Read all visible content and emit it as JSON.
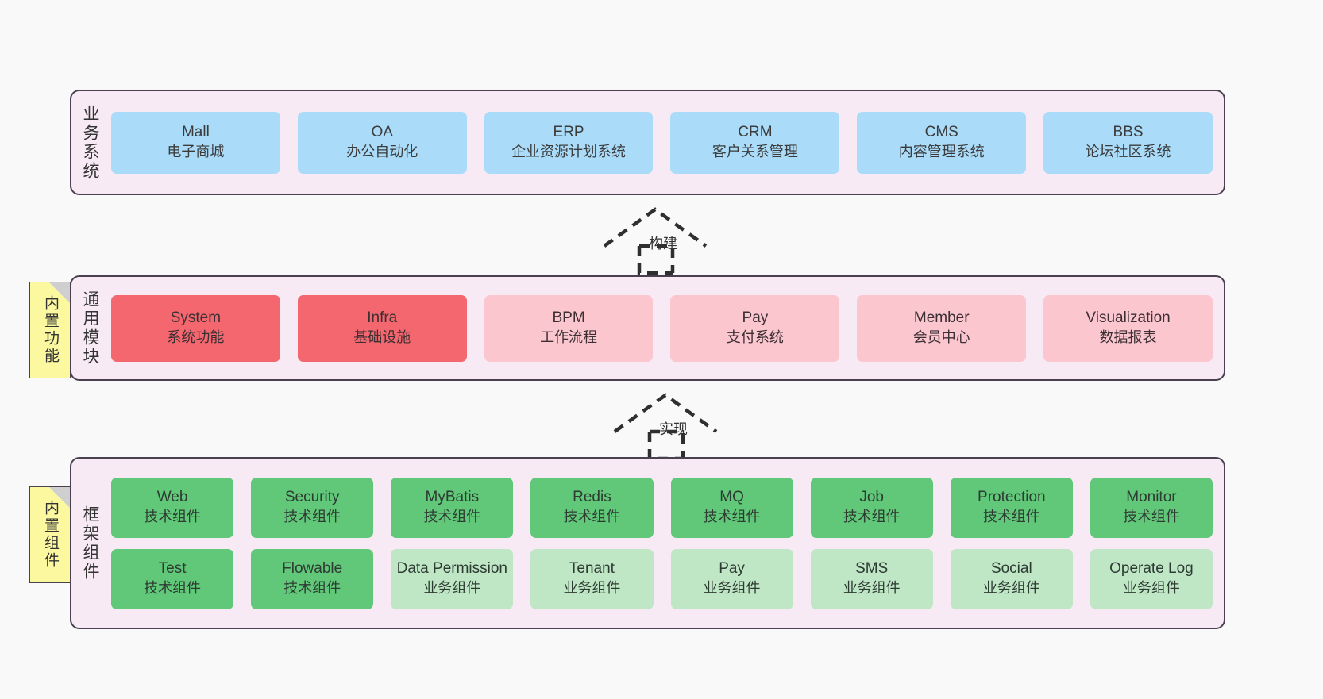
{
  "diagram": {
    "background": "#f9f9f9",
    "panel_fill": "#f7eaf4",
    "panel_stroke": "#4a4050",
    "note_fill": "#fbf8a0"
  },
  "layers": [
    {
      "id": "business-system",
      "title": "业务系统",
      "rows": [
        {
          "style": "biz-card",
          "cards": [
            {
              "t1": "Mall",
              "t2": "电子商城"
            },
            {
              "t1": "OA",
              "t2": "办公自动化"
            },
            {
              "t1": "ERP",
              "t2": "企业资源计划系统"
            },
            {
              "t1": "CRM",
              "t2": "客户关系管理"
            },
            {
              "t1": "CMS",
              "t2": "内容管理系统"
            },
            {
              "t1": "BBS",
              "t2": "论坛社区系统"
            }
          ]
        }
      ]
    },
    {
      "id": "common-module",
      "title": "通用模块",
      "note": "内置功能",
      "rows": [
        {
          "cards": [
            {
              "t1": "System",
              "t2": "系统功能",
              "style": "mod-strong",
              "color": "#f4676e"
            },
            {
              "t1": "Infra",
              "t2": "基础设施",
              "style": "mod-strong",
              "color": "#f4676e"
            },
            {
              "t1": "BPM",
              "t2": "工作流程",
              "style": "mod-light",
              "color": "#fcc6cf"
            },
            {
              "t1": "Pay",
              "t2": "支付系统",
              "style": "mod-light",
              "color": "#fcc6cf"
            },
            {
              "t1": "Member",
              "t2": "会员中心",
              "style": "mod-light",
              "color": "#fcc6cf"
            },
            {
              "t1": "Visualization",
              "t2": "数据报表",
              "style": "mod-light",
              "color": "#fcc6cf"
            }
          ]
        }
      ]
    },
    {
      "id": "framework-component",
      "title": "框架组件",
      "note": "内置组件",
      "rows": [
        {
          "cards": [
            {
              "t1": "Web",
              "t2": "技术组件",
              "style": "fw-dark",
              "color": "#60c878"
            },
            {
              "t1": "Security",
              "t2": "技术组件",
              "style": "fw-dark",
              "color": "#60c878"
            },
            {
              "t1": "MyBatis",
              "t2": "技术组件",
              "style": "fw-dark",
              "color": "#60c878"
            },
            {
              "t1": "Redis",
              "t2": "技术组件",
              "style": "fw-dark",
              "color": "#60c878"
            },
            {
              "t1": "MQ",
              "t2": "技术组件",
              "style": "fw-dark",
              "color": "#60c878"
            },
            {
              "t1": "Job",
              "t2": "技术组件",
              "style": "fw-dark",
              "color": "#60c878"
            },
            {
              "t1": "Protection",
              "t2": "技术组件",
              "style": "fw-dark",
              "color": "#60c878"
            },
            {
              "t1": "Monitor",
              "t2": "技术组件",
              "style": "fw-dark",
              "color": "#60c878"
            }
          ]
        },
        {
          "cards": [
            {
              "t1": "Test",
              "t2": "技术组件",
              "style": "fw-dark",
              "color": "#60c878"
            },
            {
              "t1": "Flowable",
              "t2": "技术组件",
              "style": "fw-dark",
              "color": "#60c878"
            },
            {
              "t1": "Data Permission",
              "t2": "业务组件",
              "style": "fw-light",
              "color": "#bfe7c6"
            },
            {
              "t1": "Tenant",
              "t2": "业务组件",
              "style": "fw-light",
              "color": "#bfe7c6"
            },
            {
              "t1": "Pay",
              "t2": "业务组件",
              "style": "fw-light",
              "color": "#bfe7c6"
            },
            {
              "t1": "SMS",
              "t2": "业务组件",
              "style": "fw-light",
              "color": "#bfe7c6"
            },
            {
              "t1": "Social",
              "t2": "业务组件",
              "style": "fw-light",
              "color": "#bfe7c6"
            },
            {
              "t1": "Operate Log",
              "t2": "业务组件",
              "style": "fw-light",
              "color": "#bfe7c6"
            }
          ]
        }
      ]
    }
  ],
  "connectors": [
    {
      "id": "build",
      "label": "构建",
      "from": "common-module",
      "to": "business-system"
    },
    {
      "id": "implement",
      "label": "实现",
      "from": "framework-component",
      "to": "common-module"
    }
  ]
}
